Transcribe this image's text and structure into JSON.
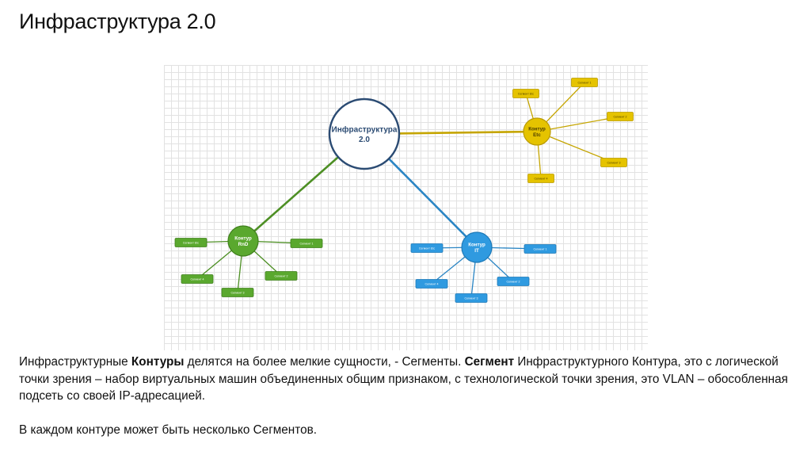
{
  "title": "Инфраструктура 2.0",
  "diagram": {
    "center": {
      "label_lines": [
        "Инфраструктура",
        "2.0"
      ]
    },
    "clusters": [
      {
        "id": "etc",
        "label_lines": [
          "Контур",
          "Etc"
        ],
        "colors": {
          "fill": "#e5c300",
          "stroke": "#b99a00",
          "line": "#c5a500",
          "text": "#4a3c00"
        },
        "segments": [
          "Сегмент 1",
          "Сегмент Etc",
          "Сегмент 2",
          "Сегмент 3",
          "Сегмент 4"
        ]
      },
      {
        "id": "rnd",
        "label_lines": [
          "Контур",
          "RnD"
        ],
        "colors": {
          "fill": "#5aa82e",
          "stroke": "#3f7f1c",
          "line": "#4d8f24",
          "text": "#ffffff"
        },
        "segments": [
          "Сегмент Etc",
          "Сегмент 1",
          "Сегмент 4",
          "Сегмент 2",
          "Сегмент 3"
        ]
      },
      {
        "id": "it",
        "label_lines": [
          "Контур",
          "IT"
        ],
        "colors": {
          "fill": "#2f9ae0",
          "stroke": "#1f7ab8",
          "line": "#2a85c4",
          "text": "#ffffff"
        },
        "segments": [
          "Сегмент Etc",
          "Сегмент 1",
          "Сегмент 4",
          "Сегмент 2",
          "Сегмент 3"
        ]
      }
    ],
    "center_colors": {
      "stroke": "#2b4b73",
      "text": "#2b4b73"
    }
  },
  "body": {
    "p1_pre": "Инфраструктурные ",
    "p1_b1": "Контуры",
    "p1_mid": " делятся на более мелкие сущности, - Сегменты. ",
    "p1_b2": "Сегмент",
    "p1_post": " Инфраструктурного Контура, это с логической точки зрения – набор виртуальных машин объединенных общим признаком, с технологической точки зрения, это VLAN – обособленная подсеть со своей IP-адресацией.",
    "p2": "В каждом контуре может быть несколько Сегментов."
  }
}
